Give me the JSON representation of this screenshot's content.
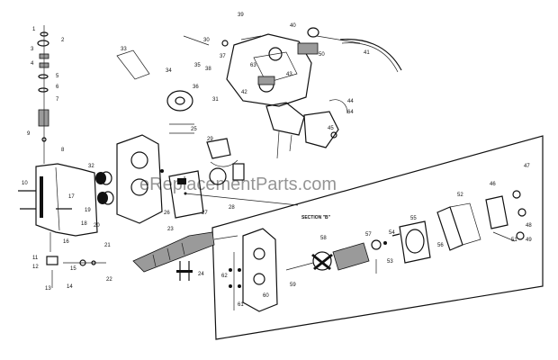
{
  "section_label": "SECTION \"B\"",
  "watermark": "eReplacementParts.com",
  "part_numbers": [
    {
      "id": "n1",
      "t": "1"
    },
    {
      "id": "n2",
      "t": "2"
    },
    {
      "id": "n3",
      "t": "3"
    },
    {
      "id": "n4",
      "t": "4"
    },
    {
      "id": "n5",
      "t": "5"
    },
    {
      "id": "n6",
      "t": "6"
    },
    {
      "id": "n7",
      "t": "7"
    },
    {
      "id": "n8",
      "t": "8"
    },
    {
      "id": "n9",
      "t": "9"
    },
    {
      "id": "n10",
      "t": "10"
    },
    {
      "id": "n11",
      "t": "11"
    },
    {
      "id": "n12",
      "t": "12"
    },
    {
      "id": "n13",
      "t": "13"
    },
    {
      "id": "n14",
      "t": "14"
    },
    {
      "id": "n15",
      "t": "15"
    },
    {
      "id": "n16",
      "t": "16"
    },
    {
      "id": "n17",
      "t": "17"
    },
    {
      "id": "n18",
      "t": "18"
    },
    {
      "id": "n19",
      "t": "19"
    },
    {
      "id": "n20",
      "t": "20"
    },
    {
      "id": "n21",
      "t": "21"
    },
    {
      "id": "n22",
      "t": "22"
    },
    {
      "id": "n23",
      "t": "23"
    },
    {
      "id": "n24",
      "t": "24"
    },
    {
      "id": "n25",
      "t": "25"
    },
    {
      "id": "n26",
      "t": "26"
    },
    {
      "id": "n27",
      "t": "27"
    },
    {
      "id": "n28",
      "t": "28"
    },
    {
      "id": "n29",
      "t": "29"
    },
    {
      "id": "n30",
      "t": "30"
    },
    {
      "id": "n31",
      "t": "31"
    },
    {
      "id": "n32",
      "t": "32"
    },
    {
      "id": "n33",
      "t": "33"
    },
    {
      "id": "n34",
      "t": "34"
    },
    {
      "id": "n35",
      "t": "35"
    },
    {
      "id": "n36",
      "t": "36"
    },
    {
      "id": "n37",
      "t": "37"
    },
    {
      "id": "n38",
      "t": "38"
    },
    {
      "id": "n39",
      "t": "39"
    },
    {
      "id": "n40",
      "t": "40"
    },
    {
      "id": "n41",
      "t": "41"
    },
    {
      "id": "n42",
      "t": "42"
    },
    {
      "id": "n43",
      "t": "43"
    },
    {
      "id": "n44",
      "t": "44"
    },
    {
      "id": "n45",
      "t": "45"
    },
    {
      "id": "n46",
      "t": "46"
    },
    {
      "id": "n47",
      "t": "47"
    },
    {
      "id": "n48",
      "t": "48"
    },
    {
      "id": "n49",
      "t": "49"
    },
    {
      "id": "n50",
      "t": "50"
    },
    {
      "id": "n51",
      "t": "51"
    },
    {
      "id": "n52",
      "t": "52"
    },
    {
      "id": "n53",
      "t": "53"
    },
    {
      "id": "n54",
      "t": "54"
    },
    {
      "id": "n55",
      "t": "55"
    },
    {
      "id": "n56",
      "t": "56"
    },
    {
      "id": "n57",
      "t": "57"
    },
    {
      "id": "n58",
      "t": "58"
    },
    {
      "id": "n59",
      "t": "59"
    },
    {
      "id": "n60",
      "t": "60"
    },
    {
      "id": "n61",
      "t": "61"
    },
    {
      "id": "n62",
      "t": "62"
    },
    {
      "id": "n63",
      "t": "63"
    },
    {
      "id": "n64",
      "t": "64"
    }
  ]
}
